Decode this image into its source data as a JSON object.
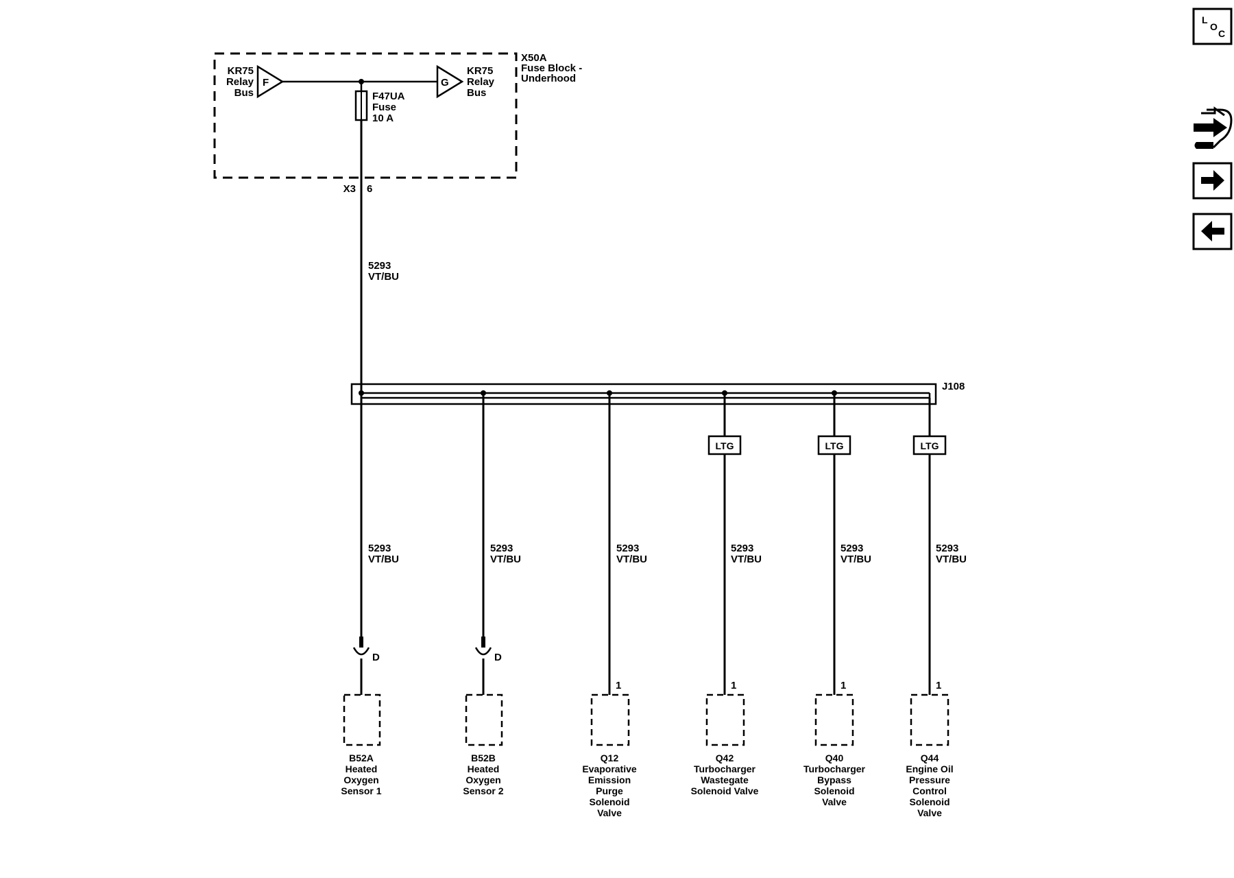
{
  "fuse_block": {
    "id": "X50A",
    "name_line1": "Fuse Block -",
    "name_line2": "Underhood",
    "left_bus": {
      "line1": "KR75",
      "line2": "Relay",
      "line3": "Bus",
      "pin": "F"
    },
    "right_bus": {
      "line1": "KR75",
      "line2": "Relay",
      "line3": "Bus",
      "pin": "G"
    },
    "fuse": {
      "id": "F47UA",
      "type": "Fuse",
      "rating": "10 A"
    },
    "connector": "X3",
    "pin": "6"
  },
  "main_wire": {
    "circuit": "5293",
    "color": "VT/BU"
  },
  "splice": {
    "id": "J108"
  },
  "ltg_label": "LTG",
  "branches": [
    {
      "circuit": "5293",
      "color": "VT/BU",
      "pin": "D",
      "component": [
        "B52A",
        "Heated",
        "Oxygen",
        "Sensor 1"
      ]
    },
    {
      "circuit": "5293",
      "color": "VT/BU",
      "pin": "D",
      "component": [
        "B52B",
        "Heated",
        "Oxygen",
        "Sensor 2"
      ]
    },
    {
      "circuit": "5293",
      "color": "VT/BU",
      "pin": "1",
      "component": [
        "Q12",
        "Evaporative",
        "Emission",
        "Purge",
        "Solenoid",
        "Valve"
      ]
    },
    {
      "circuit": "5293",
      "color": "VT/BU",
      "pin": "1",
      "component": [
        "Q42",
        "Turbocharger",
        "Wastegate",
        "Solenoid Valve"
      ]
    },
    {
      "circuit": "5293",
      "color": "VT/BU",
      "pin": "1",
      "component": [
        "Q40",
        "Turbocharger",
        "Bypass",
        "Solenoid",
        "Valve"
      ]
    },
    {
      "circuit": "5293",
      "color": "VT/BU",
      "pin": "1",
      "component": [
        "Q44",
        "Engine Oil",
        "Pressure",
        "Control",
        "Solenoid",
        "Valve"
      ]
    }
  ],
  "side_nav": {
    "loc": {
      "l": "L",
      "o": "O",
      "c": "C"
    }
  }
}
